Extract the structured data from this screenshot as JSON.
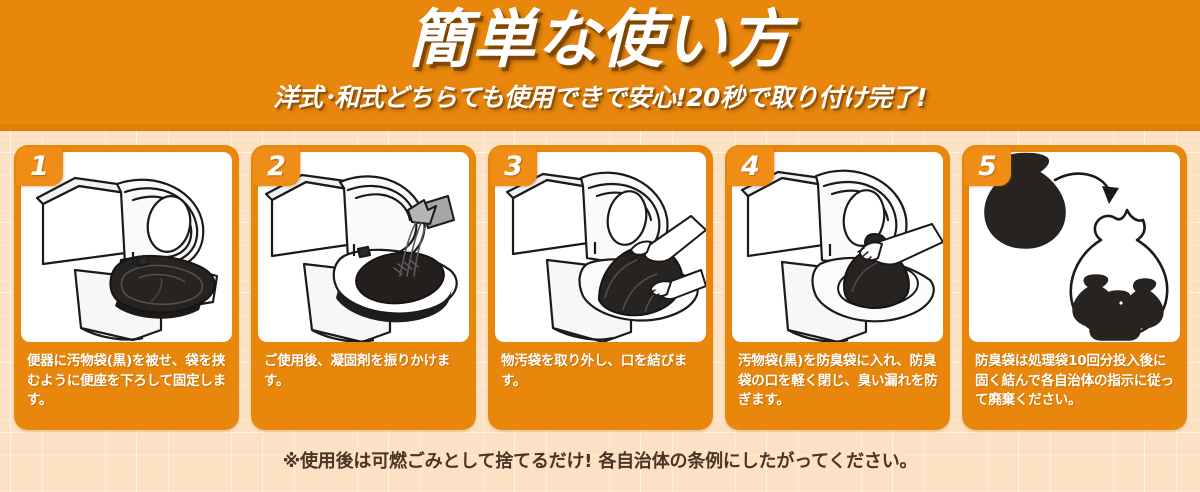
{
  "header": {
    "title": "簡単な使い方",
    "subtitle": "洋式･和式どちらても使用できで安心!20秒で取り付け完了!",
    "background_color": "#E8870C",
    "text_color": "#FFFFFF"
  },
  "theme": {
    "accent_orange": "#E8870C",
    "badge_orange": "#EF8D16",
    "page_background": "#FCE1C2",
    "caption_text_color": "#FFFFFF",
    "footer_text_color": "#4A3524",
    "illustration_black": "#282522",
    "illustration_outline": "#1A1A1A",
    "illustration_white": "#FFFFFF"
  },
  "steps": [
    {
      "number": "1",
      "caption": "便器に汚物袋(黒)を被せ、袋を挟むように便座を下ろして固定します。",
      "illustration": "toilet-with-black-bag-over-bowl"
    },
    {
      "number": "2",
      "caption": "ご使用後、凝固剤を振りかけます。",
      "illustration": "toilet-pouring-coagulant-packet"
    },
    {
      "number": "3",
      "caption": "物汚袋を取り外し、口を結びます。",
      "illustration": "hands-removing-black-bag-from-toilet"
    },
    {
      "number": "4",
      "caption": "汚物袋(黒)を防臭袋に入れ、防臭袋の口を軽く閉じ、臭い漏れを防ぎます。",
      "illustration": "hands-tying-black-bag-in-bowl"
    },
    {
      "number": "5",
      "caption": "防臭袋は処理袋10回分投入後に固く結んで各自治体の指示に従って廃棄ください。",
      "illustration": "tied-bag-into-larger-deodorizing-bag-with-arrow"
    }
  ],
  "footer": {
    "note": "※使用後は可燃ごみとして捨てるだけ! 各自治体の条例にしたがってください。"
  }
}
